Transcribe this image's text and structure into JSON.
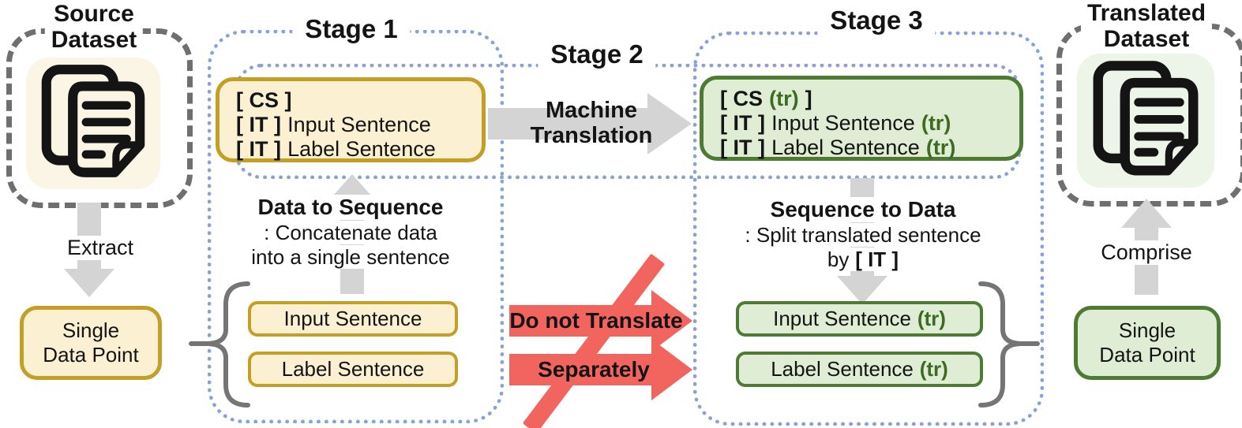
{
  "figure": {
    "description_domain": "pipeline-diagram"
  },
  "colors": {
    "stage_frame_blue": "#89A3D8",
    "dataset_frame_gray": "#6F6F6F",
    "yellow_fill": "#FBF1D2",
    "yellow_border": "#C49F25",
    "green_fill": "#DFEDD4",
    "green_border": "#4E7B33",
    "green_tr_text": "#3E6B22",
    "arrow_gray": "#D4D4D4",
    "arrow_red": "#F2655F"
  },
  "source_panel": {
    "title_line1": "Source",
    "title_line2": "Dataset",
    "icon": "documents-icon",
    "extract_label": "Extract",
    "data_point_line1": "Single",
    "data_point_line2": "Data Point"
  },
  "stage1": {
    "title": "Stage 1",
    "sequence_box": {
      "line1_tag": "[ CS ]",
      "line2_tag": "[ IT ]",
      "line2_text": "Input Sentence",
      "line3_tag": "[ IT ]",
      "line3_text": "Label Sentence"
    },
    "process": {
      "title": "Data to Sequence",
      "desc_line1": ": Concatenate data",
      "desc_line2": "into a single sentence"
    },
    "input_box": "Input Sentence",
    "label_box": "Label Sentence"
  },
  "stage2": {
    "title": "Stage 2",
    "arrow_label_line1": "Machine",
    "arrow_label_line2": "Translation"
  },
  "stage3": {
    "title": "Stage 3",
    "sequence_box": {
      "line1_pre": "[ CS",
      "line1_tr": "(tr)",
      "line1_post": "]",
      "line2_tag": "[ IT ]",
      "line2_text": "Input Sentence",
      "line2_tr": "(tr)",
      "line3_tag": "[ IT ]",
      "line3_text": "Label Sentence",
      "line3_tr": "(tr)"
    },
    "process": {
      "title": "Sequence to Data",
      "desc_line1": ": Split translated sentence",
      "desc_line2_pre": "by",
      "desc_line2_tag": "[ IT ]"
    },
    "input_box_text": "Input Sentence",
    "input_box_tr": "(tr)",
    "label_box_text": "Label Sentence",
    "label_box_tr": "(tr)"
  },
  "do_not_translate": {
    "arrow1_label": "Do not Translate",
    "arrow2_label": "Separately"
  },
  "translated_panel": {
    "title_line1": "Translated",
    "title_line2": "Dataset",
    "icon": "documents-icon",
    "comprise_label": "Comprise",
    "data_point_line1": "Single",
    "data_point_line2": "Data Point"
  }
}
